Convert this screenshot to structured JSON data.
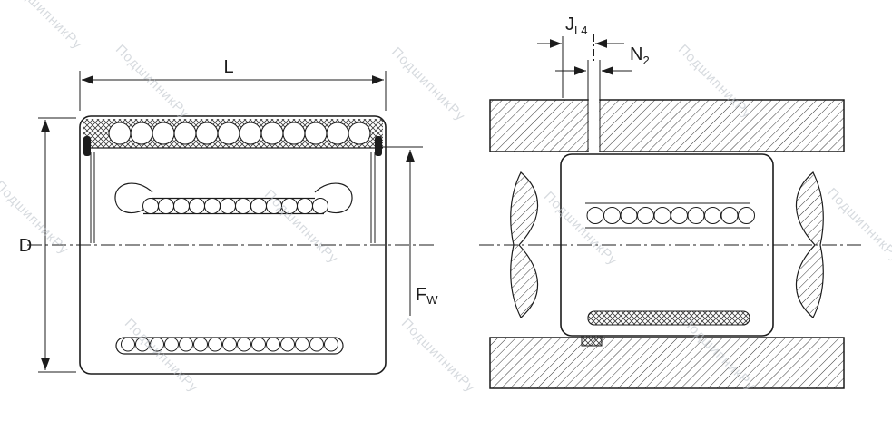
{
  "meta": {
    "background": "#ffffff",
    "line_color": "#1c1c1c",
    "watermark_color": "#bfc5cc",
    "drawing_type": "linear ball bearing cross-section, two views"
  },
  "watermark": {
    "text": "ПодшипникРу"
  },
  "dims": {
    "L": "L",
    "D": "D",
    "FW": {
      "base": "F",
      "sub": "W"
    },
    "JL4": {
      "base": "J",
      "sub": "L4"
    },
    "N2": {
      "base": "N",
      "sub": "2"
    }
  }
}
